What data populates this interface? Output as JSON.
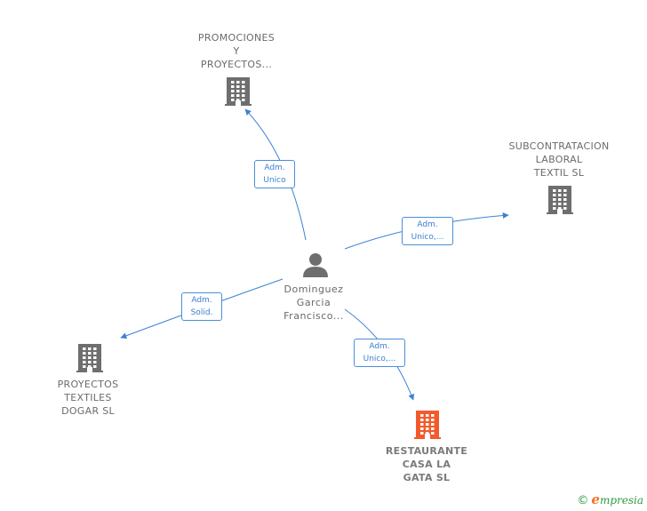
{
  "colors": {
    "edge": "#3b82d6",
    "company_icon": "#6e6e6e",
    "company_icon_highlight": "#f25a2b",
    "person_icon": "#6e6e6e"
  },
  "center": {
    "icon": "person-icon",
    "lines": [
      "Dominguez",
      "Garcia",
      "Francisco..."
    ]
  },
  "nodes": [
    {
      "id": "promociones",
      "icon": "building-icon",
      "highlight": false,
      "lines": [
        "PROMOCIONES",
        "Y",
        "PROYECTOS..."
      ]
    },
    {
      "id": "subcontratacion",
      "icon": "building-icon",
      "highlight": false,
      "lines": [
        "SUBCONTRATACION",
        "LABORAL",
        "TEXTIL SL"
      ]
    },
    {
      "id": "proyectos-textiles",
      "icon": "building-icon",
      "highlight": false,
      "lines": [
        "PROYECTOS",
        "TEXTILES",
        "DOGAR  SL"
      ]
    },
    {
      "id": "restaurante",
      "icon": "building-icon",
      "highlight": true,
      "lines": [
        "RESTAURANTE",
        "CASA LA",
        "GATA  SL"
      ]
    }
  ],
  "edges": [
    {
      "to": "promociones",
      "lines": [
        "Adm.",
        "Unico"
      ]
    },
    {
      "to": "subcontratacion",
      "lines": [
        "Adm.",
        "Unico,..."
      ]
    },
    {
      "to": "proyectos-textiles",
      "lines": [
        "Adm.",
        "Solid."
      ]
    },
    {
      "to": "restaurante",
      "lines": [
        "Adm.",
        "Unico,..."
      ]
    }
  ],
  "footer": {
    "copyright": "©",
    "brand_initial": "e",
    "brand_rest": "mpresia"
  }
}
